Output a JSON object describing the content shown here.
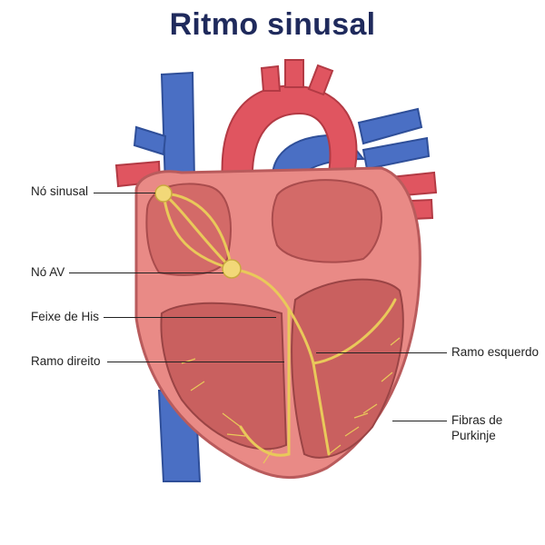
{
  "title": "Ritmo sinusal",
  "labels": {
    "sa_node": "Nó sinusal",
    "av_node": "Nó AV",
    "his_bundle": "Feixe de His",
    "right_branch": "Ramo direito",
    "left_branch": "Ramo esquerdo",
    "purkinje_line1": "Fibras de",
    "purkinje_line2": "Purkinje"
  },
  "colors": {
    "title": "#1f2a5c",
    "vein_blue": "#4a6fc4",
    "artery_red": "#e05560",
    "myocardium": "#e98a86",
    "chamber": "#c9605f",
    "conduction": "#f2d878"
  }
}
